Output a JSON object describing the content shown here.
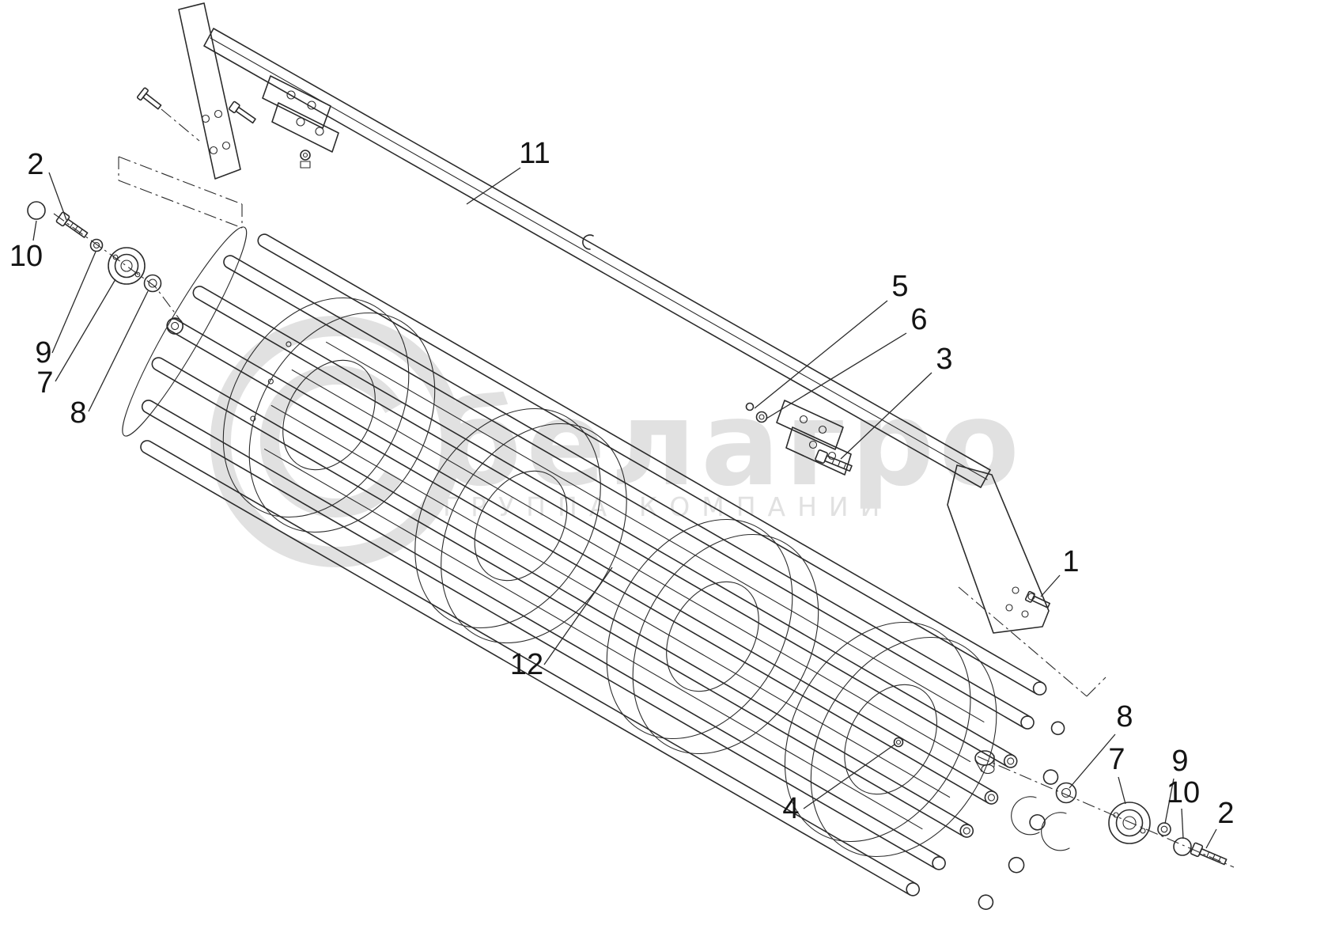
{
  "page": {
    "background": "#ffffff",
    "line_color": "#2b2b2b"
  },
  "watermark": {
    "brand": "белагро",
    "subtitle": "ГРУППА КОМПАНИЙ",
    "color": "#c9c9c9"
  },
  "callouts": [
    {
      "id": "bolt-left",
      "label": "2"
    },
    {
      "id": "end-cap-left",
      "label": "10"
    },
    {
      "id": "washer-small-left",
      "label": "9"
    },
    {
      "id": "bearing-left",
      "label": "7"
    },
    {
      "id": "washer-large-left",
      "label": "8"
    },
    {
      "id": "support-beam",
      "label": "11"
    },
    {
      "id": "screw",
      "label": "5"
    },
    {
      "id": "nut",
      "label": "6"
    },
    {
      "id": "clamp-bolt",
      "label": "3"
    },
    {
      "id": "bracket-bolt",
      "label": "1"
    },
    {
      "id": "cage-roller",
      "label": "12"
    },
    {
      "id": "tube-bolt",
      "label": "4"
    },
    {
      "id": "washer-large-right",
      "label": "8"
    },
    {
      "id": "bearing-right",
      "label": "7"
    },
    {
      "id": "washer-small-right",
      "label": "9"
    },
    {
      "id": "end-cap-right",
      "label": "10"
    },
    {
      "id": "bolt-right",
      "label": "2"
    }
  ]
}
